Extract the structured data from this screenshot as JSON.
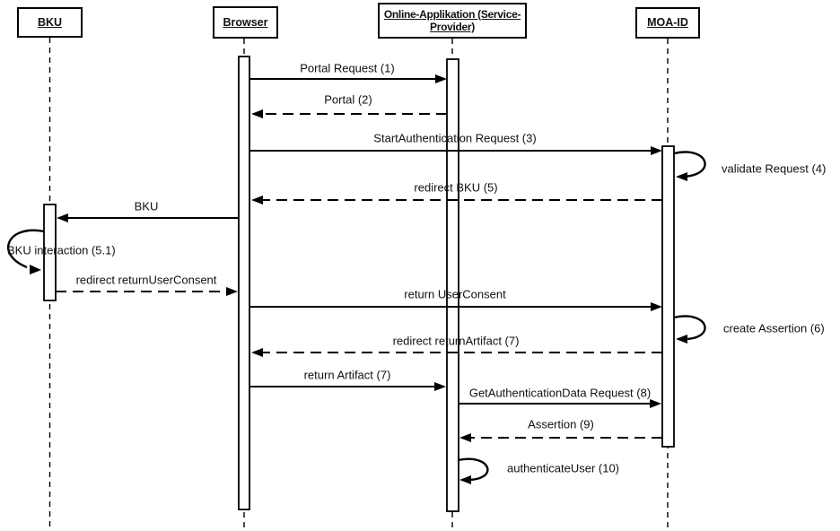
{
  "diagram_type": "uml-sequence-diagram",
  "colors": {
    "line": "#000000",
    "background": "#ffffff",
    "activation_fill": "#ffffff"
  },
  "participants": [
    {
      "id": "bku",
      "label": "BKU"
    },
    {
      "id": "browser",
      "label": "Browser"
    },
    {
      "id": "online-applikation",
      "label_lines": [
        "Online-Applikation (Service-",
        "Provider)"
      ]
    },
    {
      "id": "moa-id",
      "label": "MOA-ID"
    }
  ],
  "messages": [
    {
      "label": "Portal Request (1)",
      "from": "browser",
      "to": "online-applikation",
      "line": "solid"
    },
    {
      "label": "Portal (2)",
      "from": "online-applikation",
      "to": "browser",
      "line": "dashed"
    },
    {
      "label": "StartAuthentication Request (3)",
      "from": "browser",
      "to": "moa-id",
      "line": "solid"
    },
    {
      "label": "validate Request (4)",
      "from": "moa-id",
      "to": "moa-id",
      "line": "self"
    },
    {
      "label": "redirect BKU (5)",
      "from": "moa-id",
      "to": "browser",
      "line": "dashed"
    },
    {
      "label": "BKU",
      "from": "browser",
      "to": "bku",
      "line": "solid"
    },
    {
      "label": "BKU interaction (5.1)",
      "from": "bku",
      "to": "bku",
      "line": "self"
    },
    {
      "label": "redirect returnUserConsent",
      "from": "bku",
      "to": "browser",
      "line": "dashed"
    },
    {
      "label": "return UserConsent",
      "from": "browser",
      "to": "moa-id",
      "line": "solid"
    },
    {
      "label": "create Assertion (6)",
      "from": "moa-id",
      "to": "moa-id",
      "line": "self"
    },
    {
      "label": "redirect returnArtifact (7)",
      "from": "moa-id",
      "to": "browser",
      "line": "dashed"
    },
    {
      "label": "return Artifact (7)",
      "from": "browser",
      "to": "online-applikation",
      "line": "solid"
    },
    {
      "label": "GetAuthenticationData Request (8)",
      "from": "online-applikation",
      "to": "moa-id",
      "line": "solid"
    },
    {
      "label": "Assertion (9)",
      "from": "moa-id",
      "to": "online-applikation",
      "line": "dashed"
    },
    {
      "label": "authenticateUser (10)",
      "from": "online-applikation",
      "to": "online-applikation",
      "line": "self"
    }
  ]
}
